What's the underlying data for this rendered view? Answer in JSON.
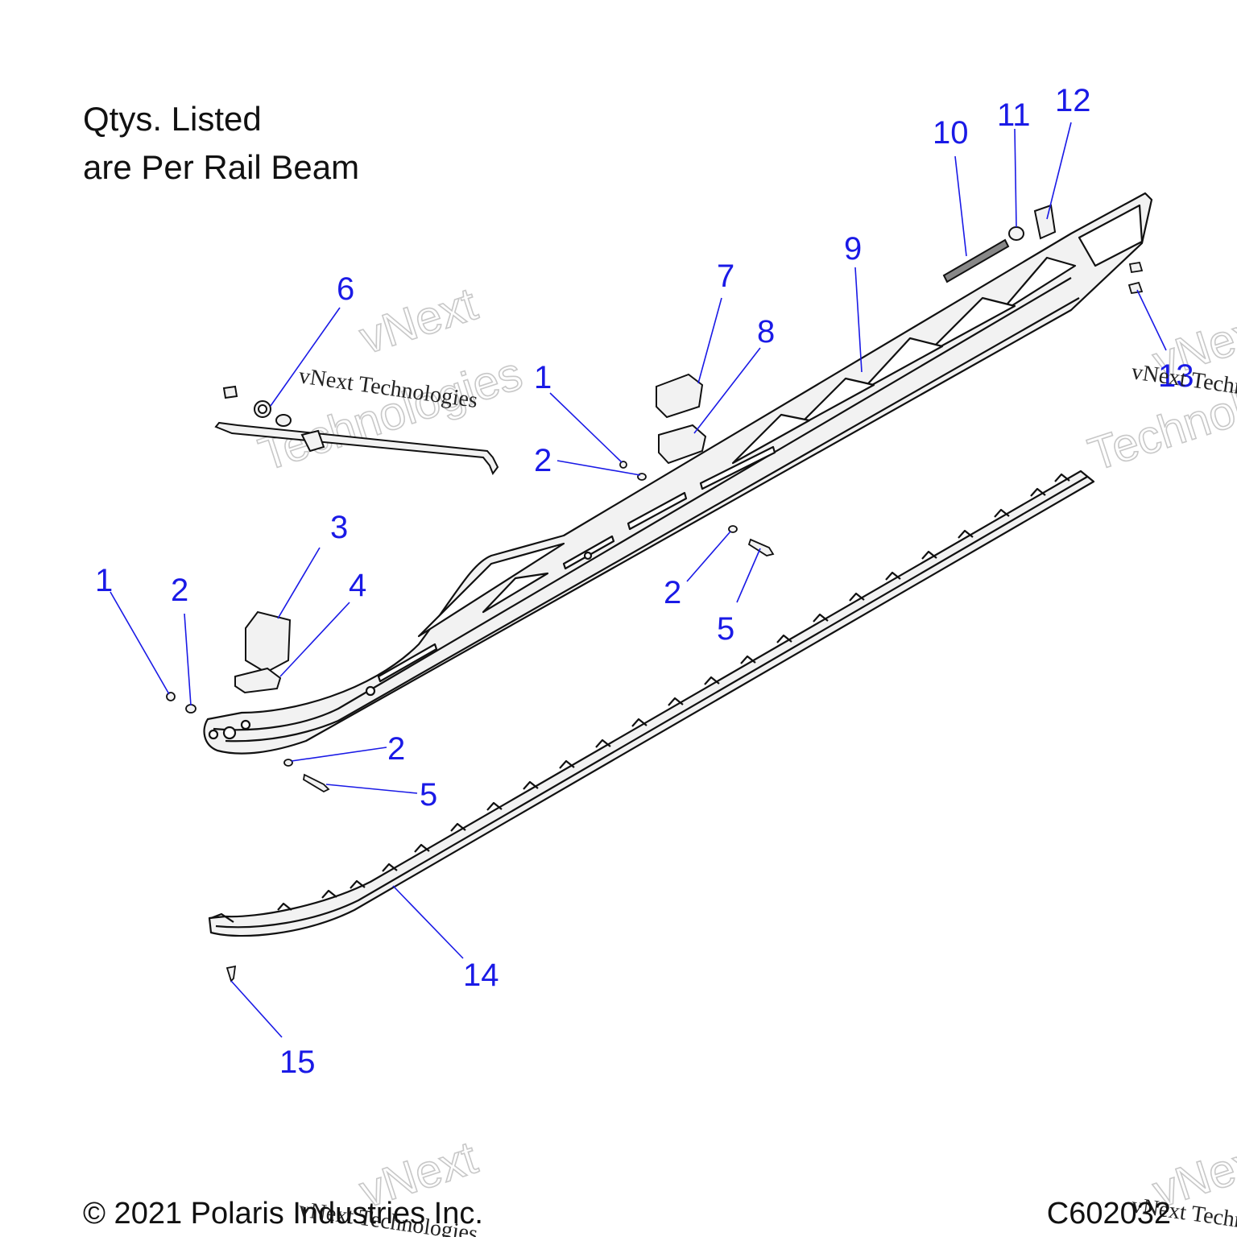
{
  "note": {
    "line1": "Qtys. Listed",
    "line2": "are Per Rail Beam"
  },
  "footer": {
    "copyright": "© 2021 Polaris Industries Inc.",
    "code": "C602032"
  },
  "watermark": {
    "type_text": "vNext Technologies",
    "ghost_line1": "vNext",
    "ghost_line2": "Technologies"
  },
  "callouts": [
    {
      "id": "c1a",
      "label": "1"
    },
    {
      "id": "c1b",
      "label": "1"
    },
    {
      "id": "c2a",
      "label": "2"
    },
    {
      "id": "c2b",
      "label": "2"
    },
    {
      "id": "c2c",
      "label": "2"
    },
    {
      "id": "c2d",
      "label": "2"
    },
    {
      "id": "c3",
      "label": "3"
    },
    {
      "id": "c4",
      "label": "4"
    },
    {
      "id": "c5a",
      "label": "5"
    },
    {
      "id": "c5b",
      "label": "5"
    },
    {
      "id": "c6",
      "label": "6"
    },
    {
      "id": "c7",
      "label": "7"
    },
    {
      "id": "c8",
      "label": "8"
    },
    {
      "id": "c9",
      "label": "9"
    },
    {
      "id": "c10",
      "label": "10"
    },
    {
      "id": "c11",
      "label": "11"
    },
    {
      "id": "c12",
      "label": "12"
    },
    {
      "id": "c13",
      "label": "13"
    },
    {
      "id": "c14",
      "label": "14"
    },
    {
      "id": "c15",
      "label": "15"
    }
  ],
  "colors": {
    "callout": "#1a1ae6",
    "line": "#111111",
    "part_fill": "#f2f2f2"
  }
}
